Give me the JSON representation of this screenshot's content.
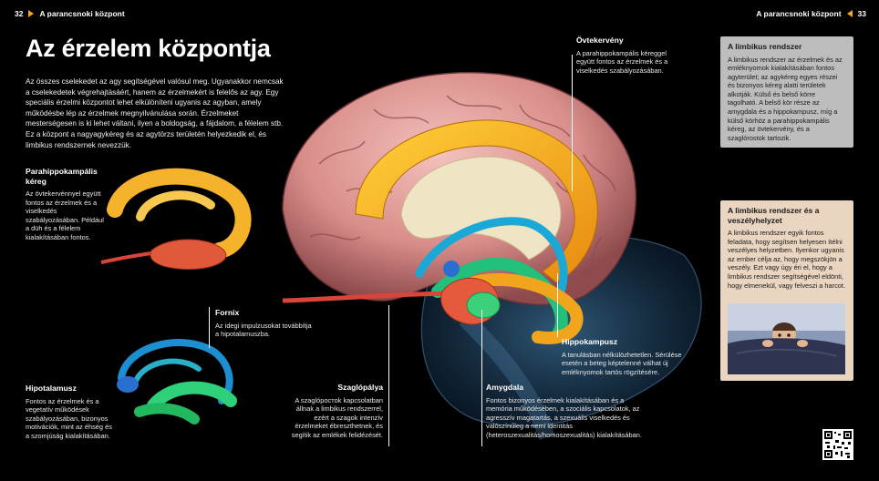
{
  "header": {
    "left_page_number": "32",
    "left_running_title": "A parancsnoki központ",
    "right_running_title": "A parancsnoki központ",
    "right_page_number": "33",
    "accent_color": "#f5a623"
  },
  "title": "Az érzelem központja",
  "intro": "Az összes cselekedet az agy segítségével valósul meg. Ugyanakkor nemcsak a cselekedetek végrehajtásáért, hanem az érzelmekért is felelős az agy. Egy speciális érzelmi központot lehet elkülöníteni ugyanis az agyban, amely működésbe lép az érzelmek megnyilvánulása során. Érzelmeket mesterségesen is ki lehet váltani, ilyen a boldogság, a fájdalom, a félelem stb. Ez a központ a nagyagykéreg és az agytörzs területén helyezkedik el, és limbikus rendszernek nevezzük.",
  "labels": {
    "parahippo": {
      "heading": "Parahippokampális kéreg",
      "text": "Az övtekervénnyel együtt fontos az érzelmek és a viselkedés szabályozásában. Például a düh és a félelem kialakításában fontos."
    },
    "ovtekerveny": {
      "heading": "Övtekervény",
      "text": "A parahippokampális kéreggel együtt fontos az érzelmek és a viselkedés szabályozásában."
    },
    "fornix": {
      "heading": "Fornix",
      "text": "Az idegi impulzusokat továbbítja a hipotalamuszba."
    },
    "hipotalamusz": {
      "heading": "Hipotalamusz",
      "text": "Fontos az érzelmek és a vegetatív működések szabályozásában, bizonyos motivációk, mint az éhség és a szomjúság kialakításában."
    },
    "szaglopalya": {
      "heading": "Szaglópálya",
      "text": "A szaglóростok kapcsolatban állnak a limbikus rendszerrel, ezért a szagok intenzív érzelmeket ébreszthetnek, és segítik az emlékek felidézését."
    },
    "amygdala": {
      "heading": "Amygdala",
      "text": "Fontos bizonyos érzelmek kialakításában és a memória működésében, a szociális kapcsolatok, az agresszív magatartás, a szexuális viselkedés és valószínűleg a nemi identitás (heteroszexualitás/homoszexualitás) kialakításában."
    },
    "hippokampusz": {
      "heading": "Hippokampusz",
      "text": "A tanulásban nélkülözhetetlen. Sérülése esetén a beteg képtelenné válhat új emléknyomok tartós rögzítésére."
    }
  },
  "sidebar_boxes": {
    "limbic": {
      "heading": "A limbikus rendszer",
      "text": "A limbikus rendszer az érzelmek és az emléknyomok kialakításában fontos agyterület; az agykéreg egyes részei és bizonyos kéreg alatti területek alkotják. Külső és belső körre tagolható. A belső kör része az amygdala és a hippokampusz, míg a külső körhöz a parahippokampális kéreg, az övtekervény, és a szaglórostok tartozik.",
      "bg_color": "#bdbdbd"
    },
    "danger": {
      "heading": "A limbikus rendszer és a veszélyhelyzet",
      "text": "A limbikus rendszer egyik fontos feladata, hogy segítsen helyesen ítélni veszélyes helyzetben. Ilyenkor ugyanis az ember célja az, hogy megszökjön a veszély. Ezt vagy úgy éri el, hogy a limbikus rendszer segítségével eldönti, hogy elmenekül, vagy felveszi a harcot.",
      "bg_color": "#ead5c0"
    }
  }
}
